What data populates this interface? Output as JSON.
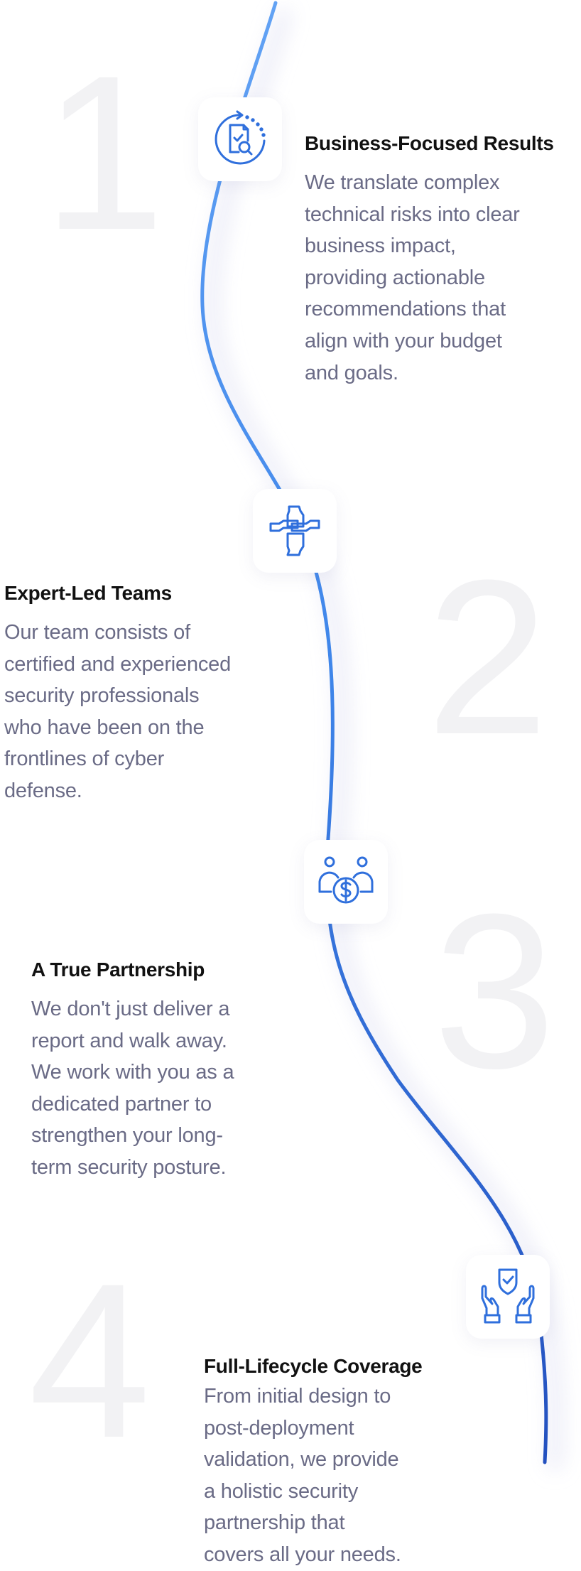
{
  "accent_colors": {
    "curve_top": "#62a2f4",
    "curve_bottom": "#2350bf",
    "icon": "#2f6fdc"
  },
  "items": [
    {
      "number": "1",
      "icon": "document-check-search-icon",
      "title": "Business-Focused Results",
      "body_lines": [
        "We translate complex",
        "technical risks into clear",
        "business impact,",
        "providing actionable",
        "recommendations that",
        "align with your budget",
        "and goals."
      ]
    },
    {
      "number": "2",
      "icon": "interlocked-hands-icon",
      "title": "Expert-Led Teams",
      "body_lines": [
        "Our team consists of",
        "certified and experienced",
        "security professionals",
        "who have been on the",
        "frontlines of cyber",
        "defense."
      ]
    },
    {
      "number": "3",
      "icon": "people-dollar-icon",
      "title": "A True Partnership",
      "body_lines": [
        "We don't just deliver a",
        "report and walk away.",
        "We work with you as a",
        "dedicated partner to",
        "strengthen your long-",
        "term security posture."
      ]
    },
    {
      "number": "4",
      "icon": "hands-shield-icon",
      "title": "Full-Lifecycle Coverage",
      "body_lines": [
        "From initial design to",
        "post-deployment",
        "validation, we provide",
        "a holistic security",
        "partnership that",
        "covers all your needs."
      ]
    }
  ]
}
